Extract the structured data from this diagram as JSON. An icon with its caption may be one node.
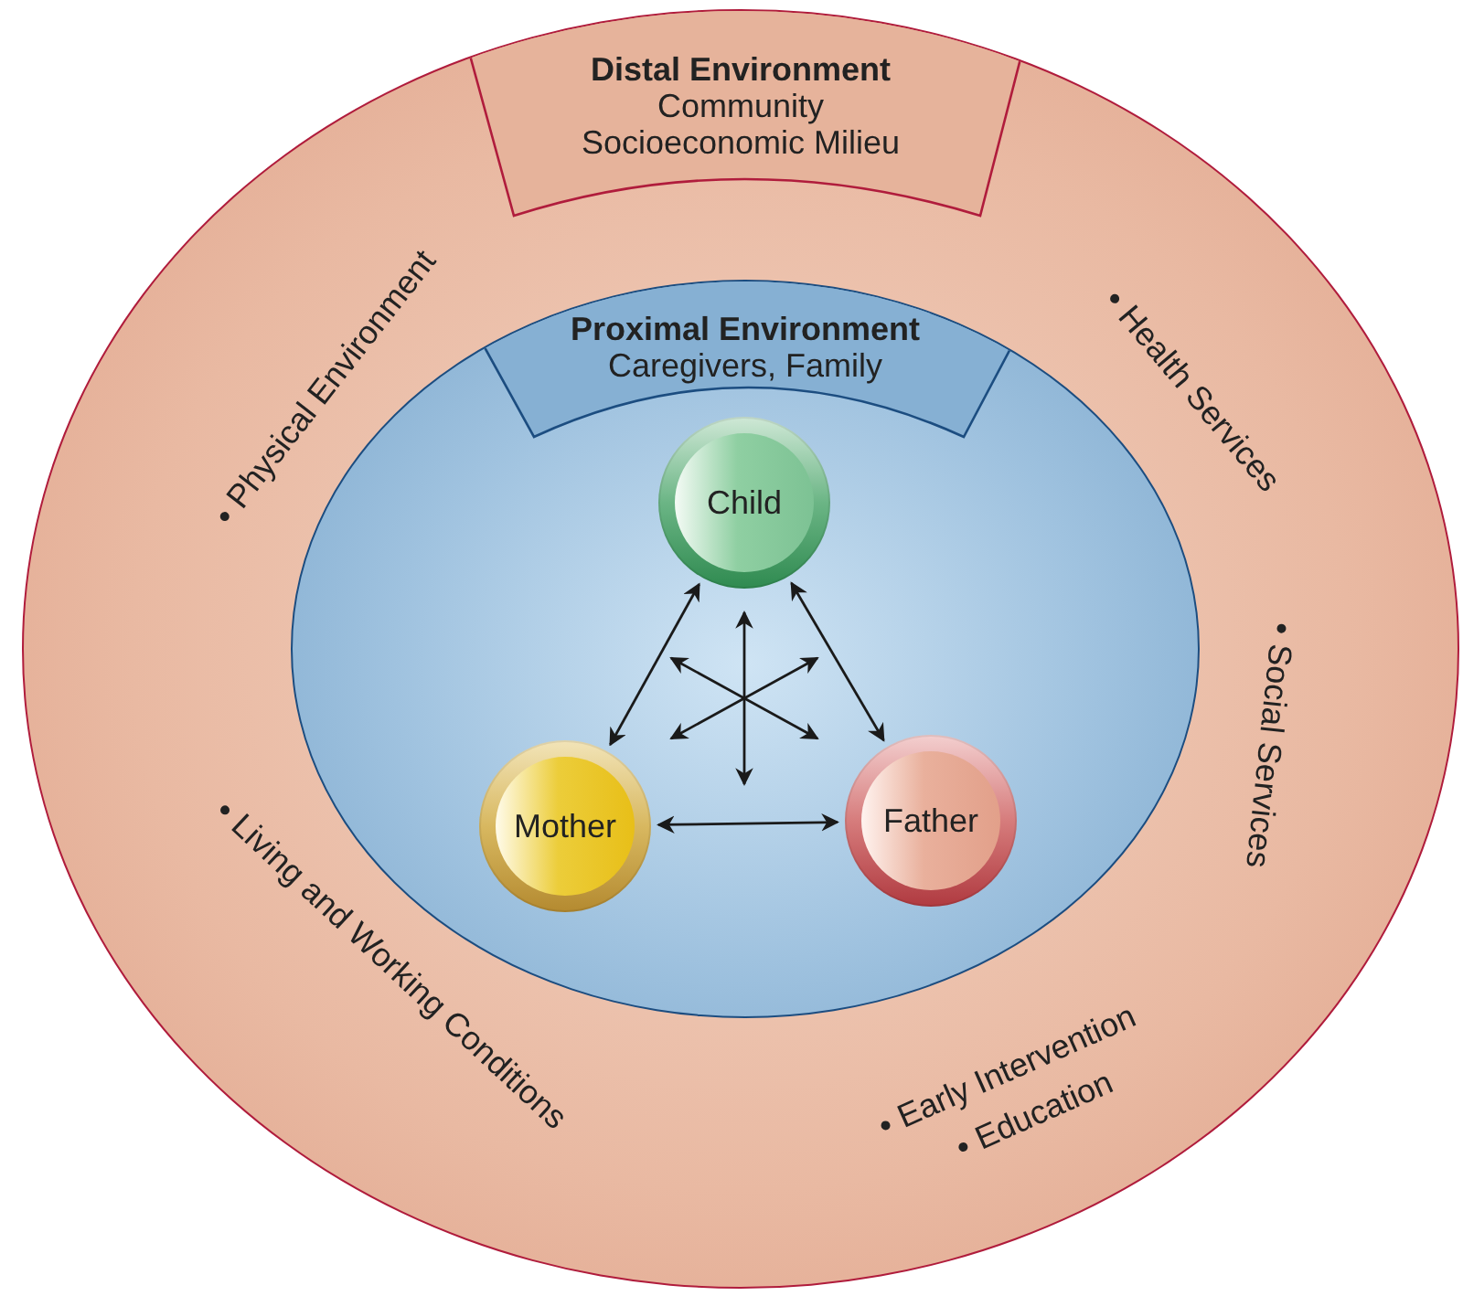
{
  "diagram": {
    "nodes": [
      {
        "text": [
          "Distal Environment",
          "Community",
          "Socioeconomic Milieu"
        ]
      },
      {
        "text": [
          "Proximal Environment",
          "Caregivers, Family"
        ],
        "in": 0
      },
      {
        "text": [
          "Child"
        ],
        "in": 1
      },
      {
        "text": [
          "Mother"
        ],
        "in": 1
      },
      {
        "text": [
          "Father"
        ],
        "in": 1
      }
    ],
    "edges": [
      {
        "from": 2,
        "to": 3,
        "arrow": "both"
      },
      {
        "from": 2,
        "to": 4,
        "arrow": "both"
      },
      {
        "from": 3,
        "to": 4,
        "arrow": "both"
      }
    ],
    "labels": [
      "Physical Environment",
      "Health Services",
      "Social Services",
      "Living and Working Conditions",
      "Early Intervention",
      "Education"
    ]
  }
}
